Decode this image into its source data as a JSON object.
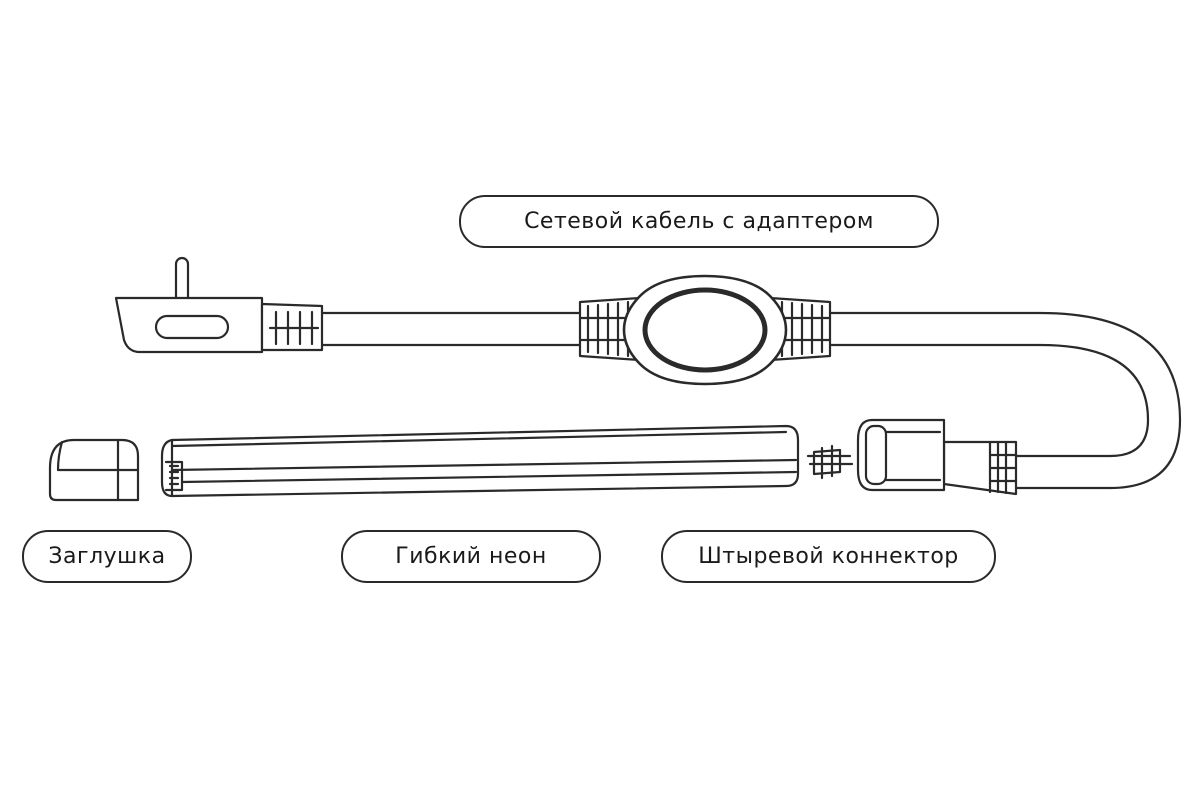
{
  "labels": {
    "cable": "Сетевой кабель с адаптером",
    "cap": "Заглушка",
    "neon": "Гибкий неон",
    "connector": "Штыревой коннектор"
  },
  "colors": {
    "stroke": "#2a2a2a",
    "background": "#ffffff"
  }
}
